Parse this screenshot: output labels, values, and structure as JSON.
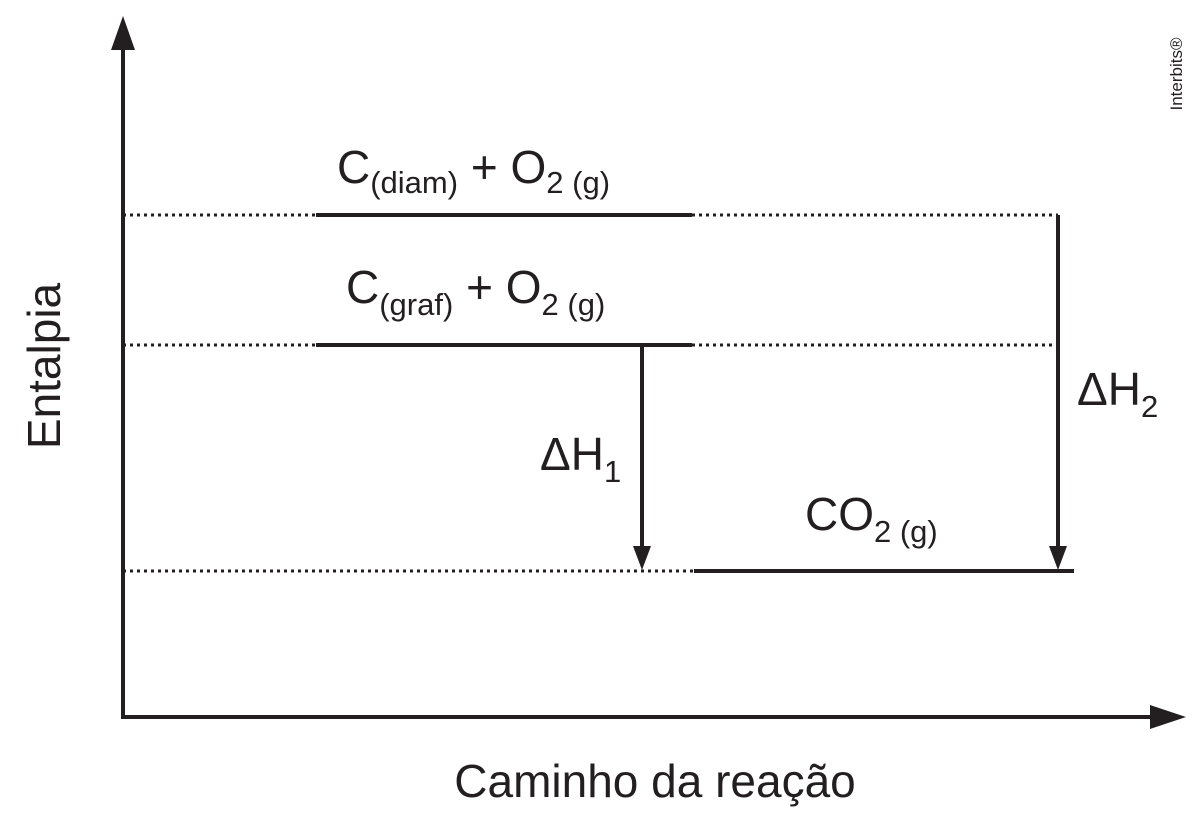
{
  "axes": {
    "y_label": "Entalpia",
    "x_label": "Caminho da reação"
  },
  "levels": {
    "diamond": {
      "species": "C",
      "species_state": "(diam)",
      "plus": " + ",
      "oxygen": "O",
      "oxygen_index": "2",
      "oxygen_state": " (g)"
    },
    "graphite": {
      "species": "C",
      "species_state": "(graf)",
      "plus": " + ",
      "oxygen": "O",
      "oxygen_index": "2",
      "oxygen_state": " (g)"
    },
    "product": {
      "species": "CO",
      "species_index": "2",
      "species_state": " (g)"
    }
  },
  "transitions": {
    "dh1": {
      "symbol": "ΔH",
      "index": "1"
    },
    "dh2": {
      "symbol": "ΔH",
      "index": "2"
    }
  },
  "credit": "Interbits®",
  "colors": {
    "ink": "#231f20",
    "background": "#ffffff"
  }
}
